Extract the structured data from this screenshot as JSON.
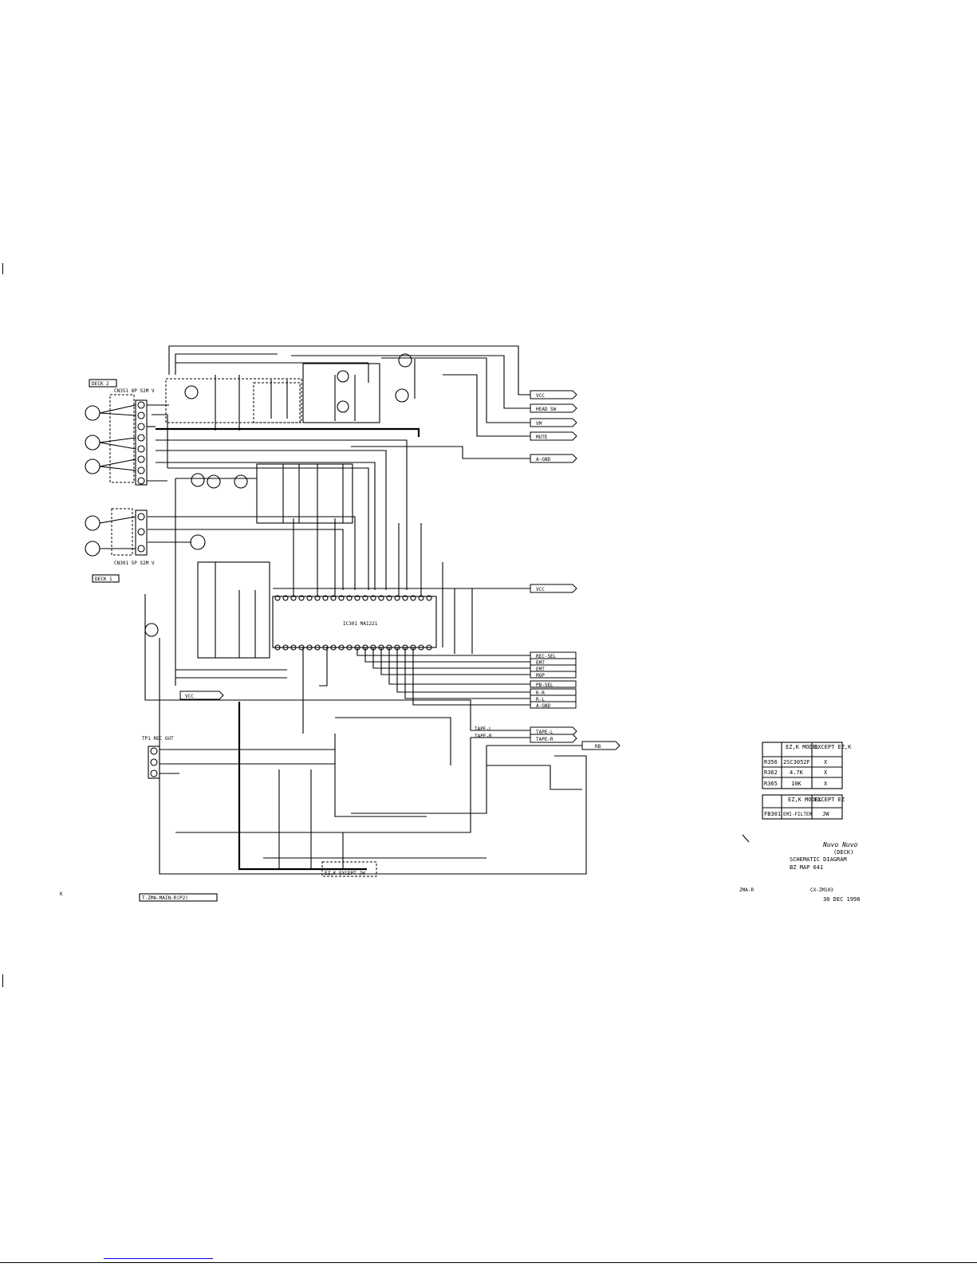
{
  "connectors_right": [
    "VCC",
    "HEAD SW",
    "VM",
    "MUTE",
    "A-GND",
    "VCC",
    "REC-SEL",
    "EMT",
    "EMT",
    "MOP",
    "PB-SEL",
    "R-R",
    "R-L",
    "A-GND",
    "TAPE-L",
    "TAPE-R",
    "RB"
  ],
  "tape_labels": [
    "TAPE-L",
    "TAPE-R"
  ],
  "deck_labels": [
    "DECK 2",
    "DECK 1"
  ],
  "connector_labels": [
    "CN351\n8P S2M V",
    "CN301\n5P S2M V",
    "TP1\nREC OUT"
  ],
  "ic_label": "IC301 MA1221",
  "vcc_left": "VCC",
  "ground_note": "EZ,K  EXCEPT  JW",
  "bottom_link": "T-ZMA-MAIN-R(P2)",
  "k_mark": "K",
  "table1": {
    "header": [
      "",
      "EZ,K\nMODEL",
      "EXCEPT\nEZ,K"
    ],
    "rows": [
      [
        "R356",
        "2SC3052F",
        "X"
      ],
      [
        "R362",
        "4.7K",
        "X"
      ],
      [
        "R365",
        "10K",
        "X"
      ]
    ]
  },
  "table2": {
    "header": [
      "",
      "EZ,K\nMODEL",
      "EXCEPT\nEZ"
    ],
    "rows": [
      [
        "FB301",
        "EMI-FILTER",
        "JW"
      ]
    ]
  },
  "title_block": {
    "logo": "Nuvo Nuvo",
    "sub": "(DECK)",
    "line1": "SCHEMATIC DIAGRAM",
    "line2": "BZ  MAP  641",
    "model_left": "ZMA-R",
    "model_right": "CX-ZM103",
    "date": "30 DEC 1998"
  }
}
